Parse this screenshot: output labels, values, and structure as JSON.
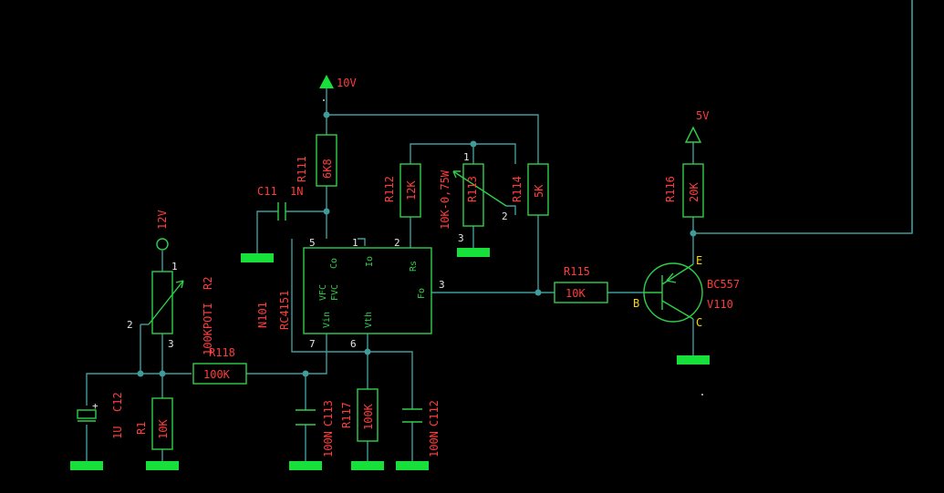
{
  "nets": {
    "v10": "10V",
    "v12": "12V",
    "v5": "5V"
  },
  "parts": {
    "r111": {
      "ref": "R111",
      "val": "6K8"
    },
    "c11": {
      "ref": "C11",
      "val": "1N"
    },
    "r112": {
      "ref": "R112",
      "val": "12K"
    },
    "r113": {
      "ref": "R113",
      "val": "10K-0,75W",
      "pin1": "1",
      "pin2": "2",
      "pin3": "3"
    },
    "r114": {
      "ref": "R114",
      "val": "5K"
    },
    "r116": {
      "ref": "R116",
      "val": "20K"
    },
    "r2": {
      "ref": "R2",
      "val": "100KPOTI",
      "pin1": "1",
      "pin2": "2",
      "pin3": "3"
    },
    "n101": {
      "ref": "N101",
      "val": "RC4151",
      "pin5": "5",
      "pin1": "1",
      "pin2": "2",
      "pin3": "3",
      "pin7": "7",
      "pin6": "6",
      "vfc": "VFC",
      "fvc": "FVC",
      "co": "Co",
      "io": "Io",
      "rs": "Rs",
      "fo": "Fo",
      "vin": "Vin",
      "vth": "Vth"
    },
    "r115": {
      "ref": "R115",
      "val": "10K"
    },
    "v110": {
      "ref": "V110",
      "val": "BC557",
      "b": "B",
      "e": "E",
      "c": "C"
    },
    "r118": {
      "ref": "R118",
      "val": "100K"
    },
    "c12": {
      "ref": "C12",
      "val": "1U"
    },
    "r1": {
      "ref": "R1",
      "val": "10K"
    },
    "c113": {
      "ref": "C113",
      "val": "100N"
    },
    "r117": {
      "ref": "R117",
      "val": "100K"
    },
    "c112": {
      "ref": "C112",
      "val": "100N"
    }
  }
}
